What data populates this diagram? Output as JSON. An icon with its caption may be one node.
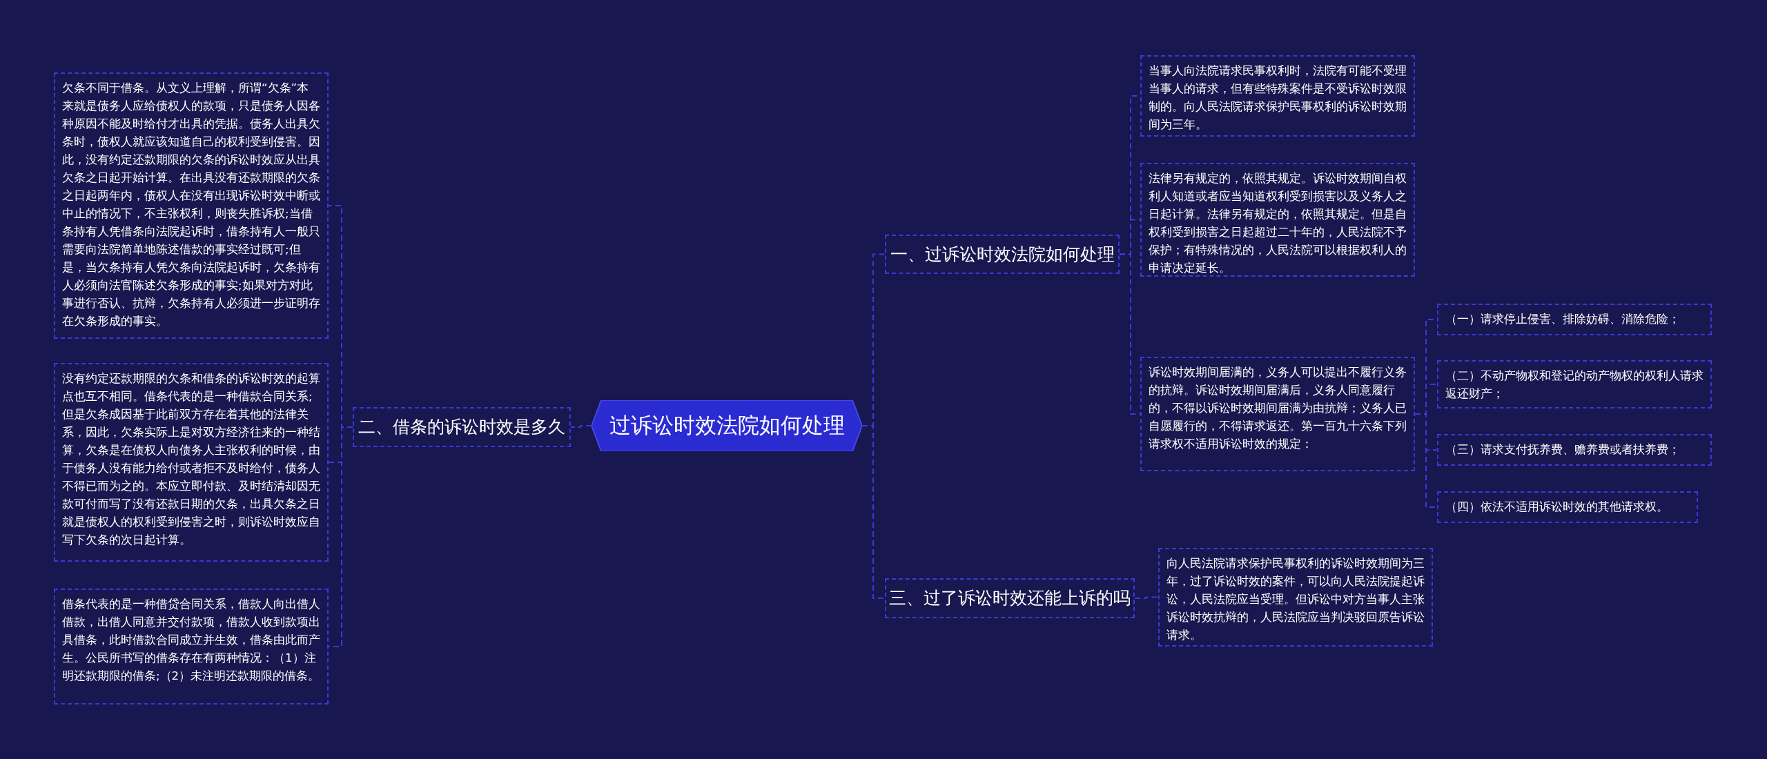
{
  "diagram": {
    "nodes": [
      {
        "text": [
          "过诉讼时效法院如何处理"
        ]
      },
      {
        "text": [
          "一、过诉讼时效法院如何处理"
        ]
      },
      {
        "text": [
          "当事人向法院请求民事权利时，法院有可能不受理当事人的请求，但有些特殊案件是不受诉讼时效限制的。向人民法院请求保护民事权利的诉讼时效期间为三年。"
        ]
      },
      {
        "text": [
          "法律另有规定的，依照其规定。诉讼时效期间自权利人知道或者应当知道权利受到损害以及义务人之日起计算。法律另有规定的，依照其规定。但是自权利受到损害之日起超过二十年的，人民法院不予保护；有特殊情况的，人民法院可以根据权利人的申请决定延长。"
        ]
      },
      {
        "text": [
          "诉讼时效期间届满的，义务人可以提出不履行义务的抗辩。诉讼时效期间届满后，义务人同意履行的，不得以诉讼时效期间届满为由抗辩；义务人已自愿履行的，不得请求返还。第一百九十六条下列请求权不适用诉讼时效的规定："
        ]
      },
      {
        "text": [
          "（一）请求停止侵害、排除妨碍、消除危险；"
        ]
      },
      {
        "text": [
          "（二）不动产物权和登记的动产物权的权利人请求返还财产；"
        ]
      },
      {
        "text": [
          "（三）请求支付抚养费、赡养费或者扶养费；"
        ]
      },
      {
        "text": [
          "（四）依法不适用诉讼时效的其他请求权。"
        ]
      },
      {
        "text": [
          "三、过了诉讼时效还能上诉的吗"
        ]
      },
      {
        "text": [
          "向人民法院请求保护民事权利的诉讼时效期间为三年，过了诉讼时效的案件，可以向人民法院提起诉讼，人民法院应当受理。但诉讼中对方当事人主张诉讼时效抗辩的，人民法院应当判决驳回原告诉讼请求。"
        ]
      },
      {
        "text": [
          "二、借条的诉讼时效是多久"
        ]
      },
      {
        "text": [
          "欠条不同于借条。从文义上理解，所谓“欠条”本来就是债务人应给债权人的款项，只是债务人因各种原因不能及时给付才出具的凭据。债务人出具欠条时，债权人就应该知道自己的权利受到侵害。因此，没有约定还款期限的欠条的诉讼时效应从出具欠条之日起开始计算。在出具没有还款期限的欠条之日起两年内，债权人在没有出现诉讼时效中断或中止的情况下，不主张权利，则丧失胜诉权;当借条持有人凭借条向法院起诉时，借条持有人一般只需要向法院简单地陈述借款的事实经过既可;但是，当欠条持有人凭欠条向法院起诉时，欠条持有人必须向法官陈述欠条形成的事实;如果对方对此事进行否认、抗辩，欠条持有人必须进一步证明存在欠条形成的事实。"
        ]
      },
      {
        "text": [
          "没有约定还款期限的欠条和借条的诉讼时效的起算点也互不相同。借条代表的是一种借款合同关系;但是欠条成因基于此前双方存在着其他的法律关系，因此，欠条实际上是对双方经济往来的一种结算，欠条是在债权人向债务人主张权利的时候，由于债务人没有能力给付或者拒不及时给付，债务人不得已而为之的。本应立即付款、及时结清却因无款可付而写了没有还款日期的欠条，出具欠条之日就是债权人的权利受到侵害之时，则诉讼时效应自写下欠条的次日起计算。"
        ]
      },
      {
        "text": [
          "借条代表的是一种借贷合同关系，借款人向出借人借款，出借人同意并交付款项，借款人收到款项出具借条，此时借款合同成立并生效，借条由此而产生。公民所书写的借条存在有两种情况：（1）注明还款期限的借条;（2）未注明还款期限的借条。"
        ]
      }
    ],
    "edges": [
      {
        "from": 0,
        "to": 1,
        "arrow": "none"
      },
      {
        "from": 1,
        "to": 2,
        "arrow": "none"
      },
      {
        "from": 1,
        "to": 3,
        "arrow": "none"
      },
      {
        "from": 1,
        "to": 4,
        "arrow": "none"
      },
      {
        "from": 4,
        "to": 5,
        "arrow": "none"
      },
      {
        "from": 4,
        "to": 6,
        "arrow": "none"
      },
      {
        "from": 4,
        "to": 7,
        "arrow": "none"
      },
      {
        "from": 4,
        "to": 8,
        "arrow": "none"
      },
      {
        "from": 0,
        "to": 9,
        "arrow": "none"
      },
      {
        "from": 9,
        "to": 10,
        "arrow": "none"
      },
      {
        "from": 0,
        "to": 11,
        "arrow": "none"
      },
      {
        "from": 11,
        "to": 12,
        "arrow": "none"
      },
      {
        "from": 11,
        "to": 13,
        "arrow": "none"
      },
      {
        "from": 11,
        "to": 14,
        "arrow": "none"
      }
    ]
  }
}
